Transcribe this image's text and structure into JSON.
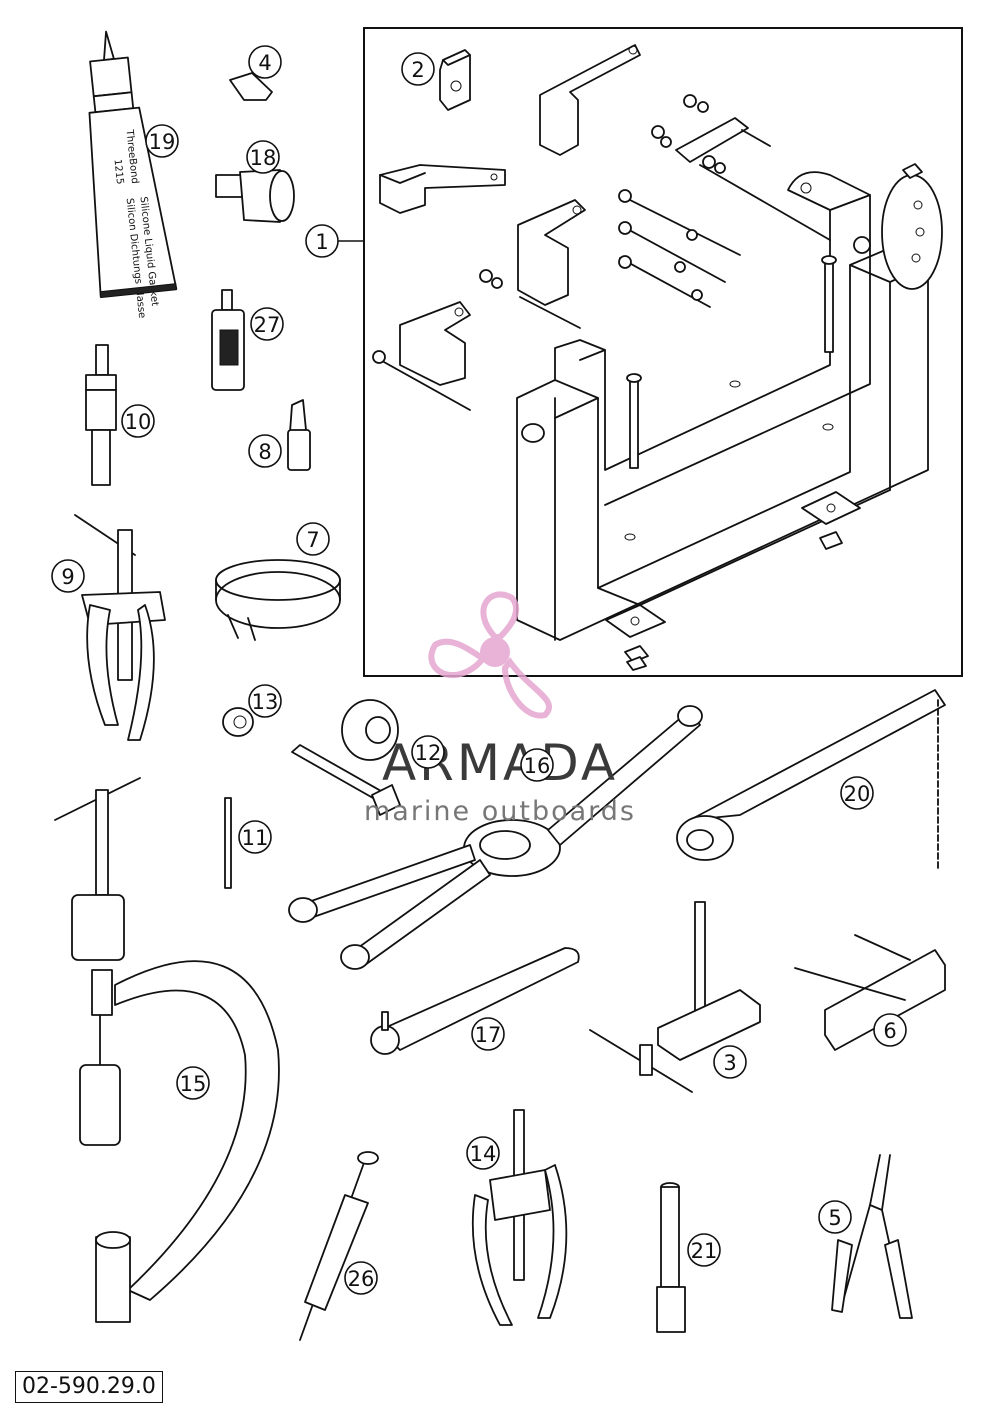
{
  "diagram": {
    "part_number": "02-590.29.0",
    "callouts": [
      "1",
      "2",
      "3",
      "4",
      "5",
      "6",
      "7",
      "8",
      "9",
      "10",
      "11",
      "12",
      "13",
      "14",
      "15",
      "16",
      "17",
      "18",
      "19",
      "20",
      "21",
      "26",
      "27"
    ],
    "tube_label": {
      "brand": "ThreeBond",
      "code": "1215",
      "line1": "Silicone Liquid Gasket",
      "line2": "Silicon Dichtungs Masse"
    }
  },
  "watermark": {
    "name": "ARMADA",
    "tagline": "marine outboards",
    "logo_color": "#e4a6cf",
    "text_color": "#3a3a3a"
  }
}
